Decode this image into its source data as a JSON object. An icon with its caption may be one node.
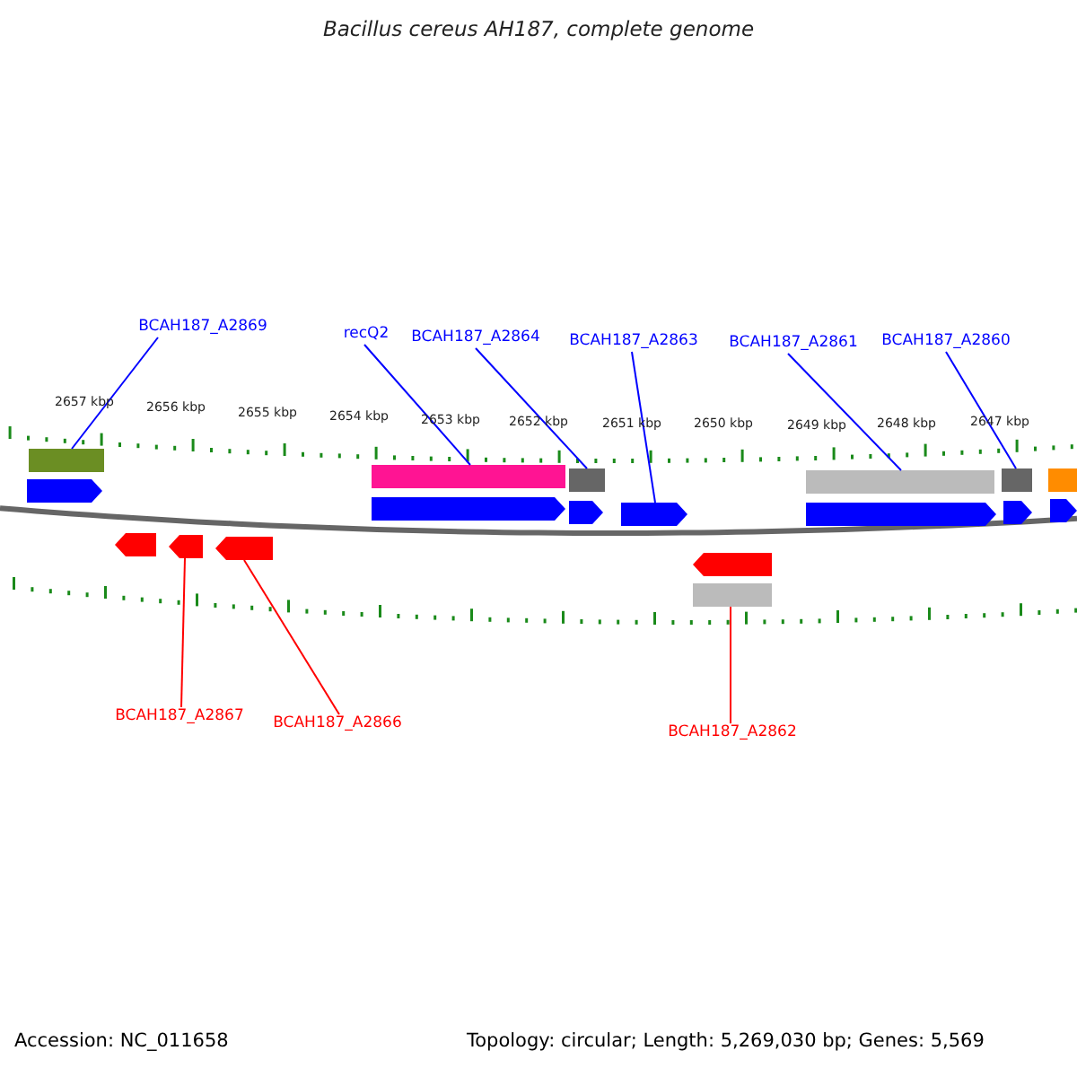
{
  "diagram": {
    "title": "Bacillus cereus AH187, complete genome",
    "nodes": [
      {
        "text": [
          "BCAH187_A2869"
        ]
      },
      {
        "text": [
          "recQ2"
        ]
      },
      {
        "text": [
          "BCAH187_A2864"
        ]
      },
      {
        "text": [
          "BCAH187_A2863"
        ]
      },
      {
        "text": [
          "BCAH187_A2861"
        ]
      },
      {
        "text": [
          "BCAH187_A2860"
        ]
      },
      {
        "text": [
          "BCAH187_A2867"
        ]
      },
      {
        "text": [
          "BCAH187_A2866"
        ]
      },
      {
        "text": [
          "BCAH187_A2862"
        ]
      },
      {
        "text": [],
        "shape": "bar"
      },
      {
        "text": [],
        "shape": "bar"
      },
      {
        "text": [],
        "shape": "bar"
      },
      {
        "text": [],
        "shape": "bar"
      },
      {
        "text": [],
        "shape": "bar"
      },
      {
        "text": [],
        "shape": "bar"
      },
      {
        "text": [],
        "shape": "arrow"
      },
      {
        "text": [],
        "shape": "arrow"
      },
      {
        "text": [],
        "shape": "arrow"
      },
      {
        "text": [],
        "shape": "arrow"
      },
      {
        "text": [],
        "shape": "arrow"
      },
      {
        "text": [],
        "shape": "arrow"
      },
      {
        "text": [],
        "shape": "arrow"
      },
      {
        "text": [],
        "shape": "arrow"
      },
      {
        "text": [],
        "shape": "arrow"
      },
      {
        "text": [],
        "shape": "arrow"
      },
      {
        "text": [],
        "shape": "arrow"
      },
      {
        "text": [],
        "shape": "bar"
      }
    ],
    "edges": [
      {
        "from": 0,
        "to": 9,
        "arrow": "none"
      },
      {
        "from": 1,
        "to": 10,
        "arrow": "none"
      },
      {
        "from": 2,
        "to": 11,
        "arrow": "none"
      },
      {
        "from": 3,
        "to": 18,
        "arrow": "none"
      },
      {
        "from": 4,
        "to": 12,
        "arrow": "none"
      },
      {
        "from": 5,
        "to": 13,
        "arrow": "none"
      },
      {
        "from": 6,
        "to": 23,
        "arrow": "none",
        "color": "#ff0000"
      },
      {
        "from": 7,
        "to": 24,
        "arrow": "none",
        "color": "#ff0000"
      },
      {
        "from": 8,
        "to": 26,
        "arrow": "none",
        "color": "#ff0000"
      }
    ],
    "labels": [
      "2657 kbp",
      "2656 kbp",
      "2655 kbp",
      "2654 kbp",
      "2653 kbp",
      "2652 kbp",
      "2651 kbp",
      "2650 kbp",
      "2649 kbp",
      "2648 kbp",
      "2647 kbp",
      "Accession: NC_011658",
      "Topology: circular; Length: 5,269,030 bp; Genes: 5,569"
    ]
  }
}
